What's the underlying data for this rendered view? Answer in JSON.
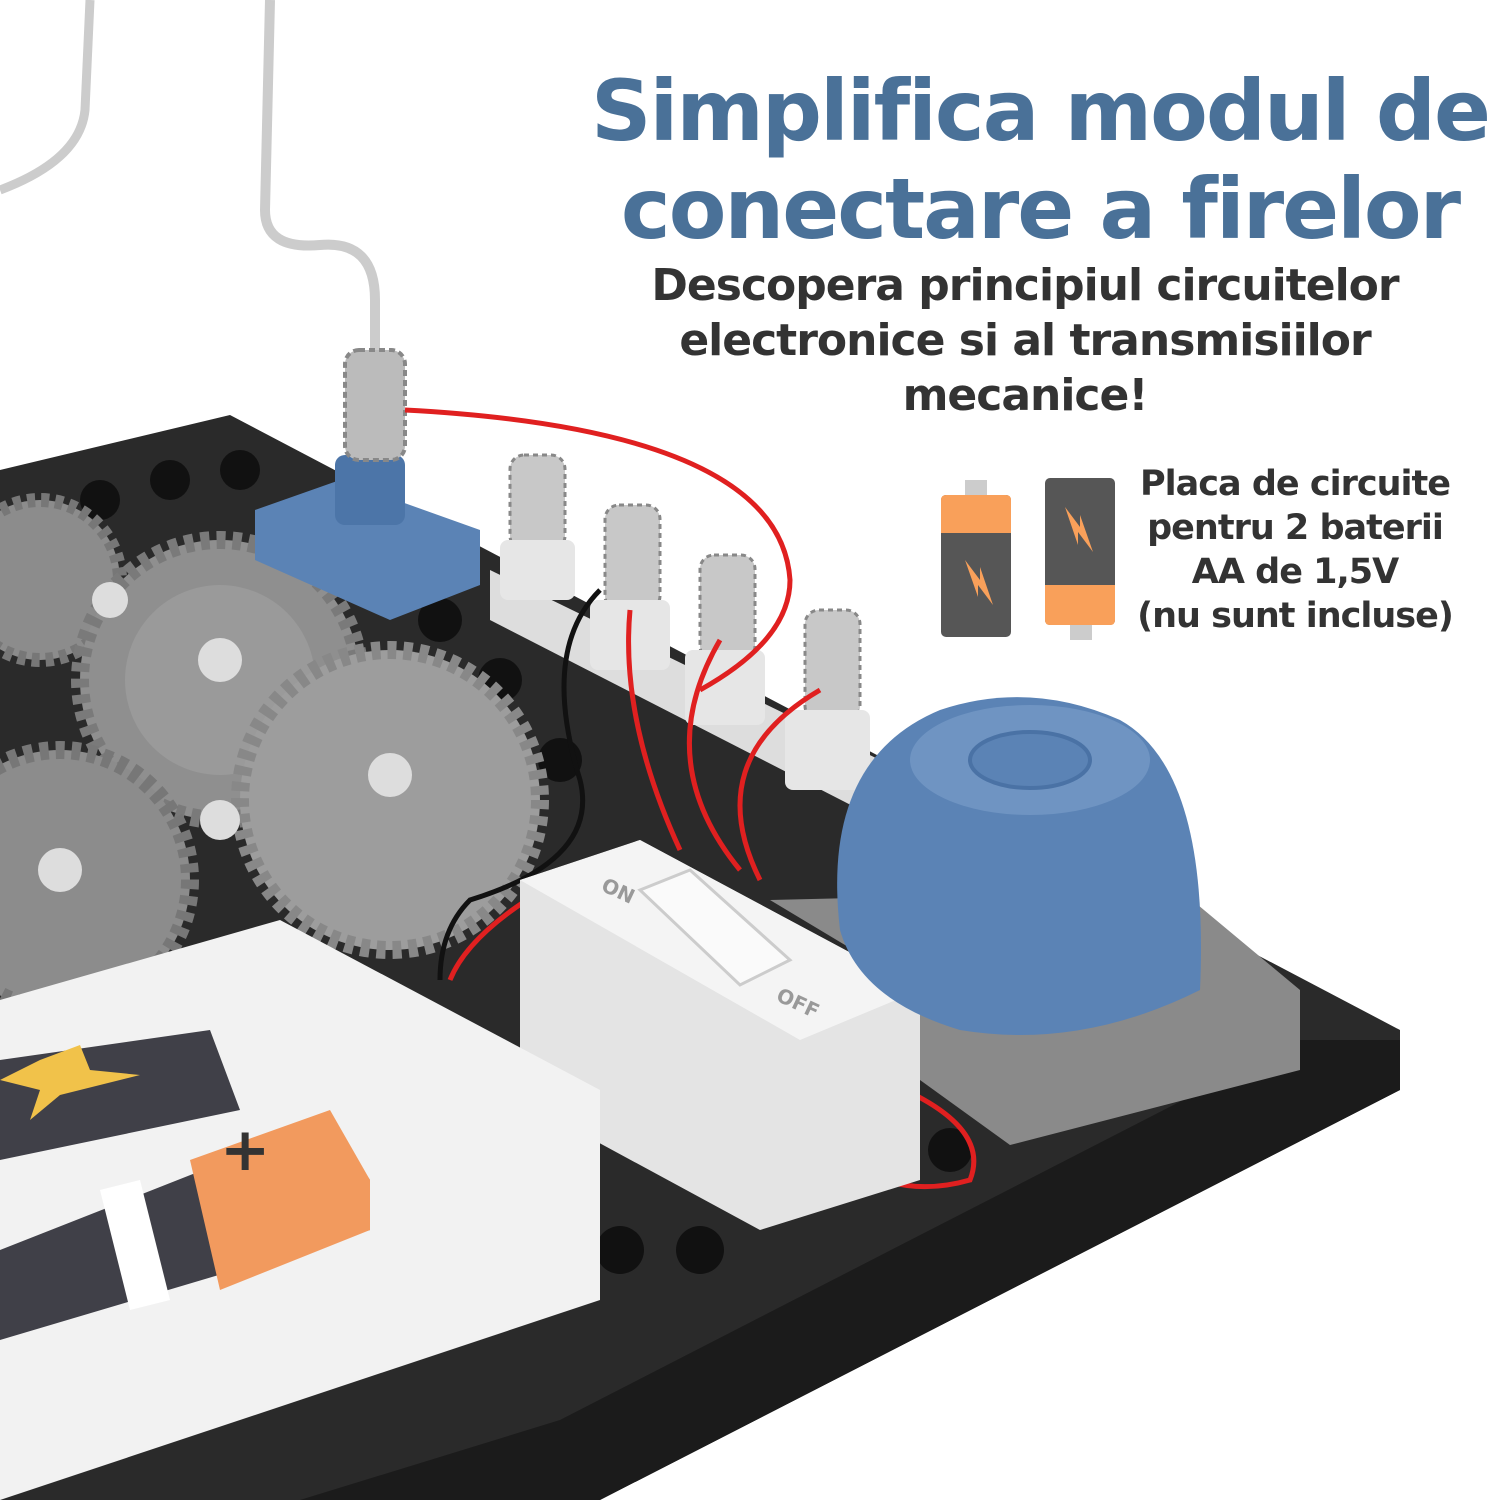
{
  "headline": {
    "line1": "Simplifica modul de",
    "line2": "conectare a firelor"
  },
  "subheadline": {
    "line1": "Descopera principiul circuitelor",
    "line2": "electronice si al transmisiilor",
    "line3": "mecanice!"
  },
  "battery_note": {
    "line1": "Placa de circuite",
    "line2": "pentru 2 baterii",
    "line3": "AA de 1,5V",
    "line4": "(nu sunt incluse)"
  },
  "switch": {
    "on_label": "ON",
    "off_label": "OFF"
  },
  "colors": {
    "headline": "#4a7198",
    "text": "#333333",
    "battery_orange": "#f9a05a",
    "battery_gray": "#565656",
    "wire_red": "#e02020",
    "component_blue": "#5b83b5",
    "board_black": "#2a2a2a"
  }
}
